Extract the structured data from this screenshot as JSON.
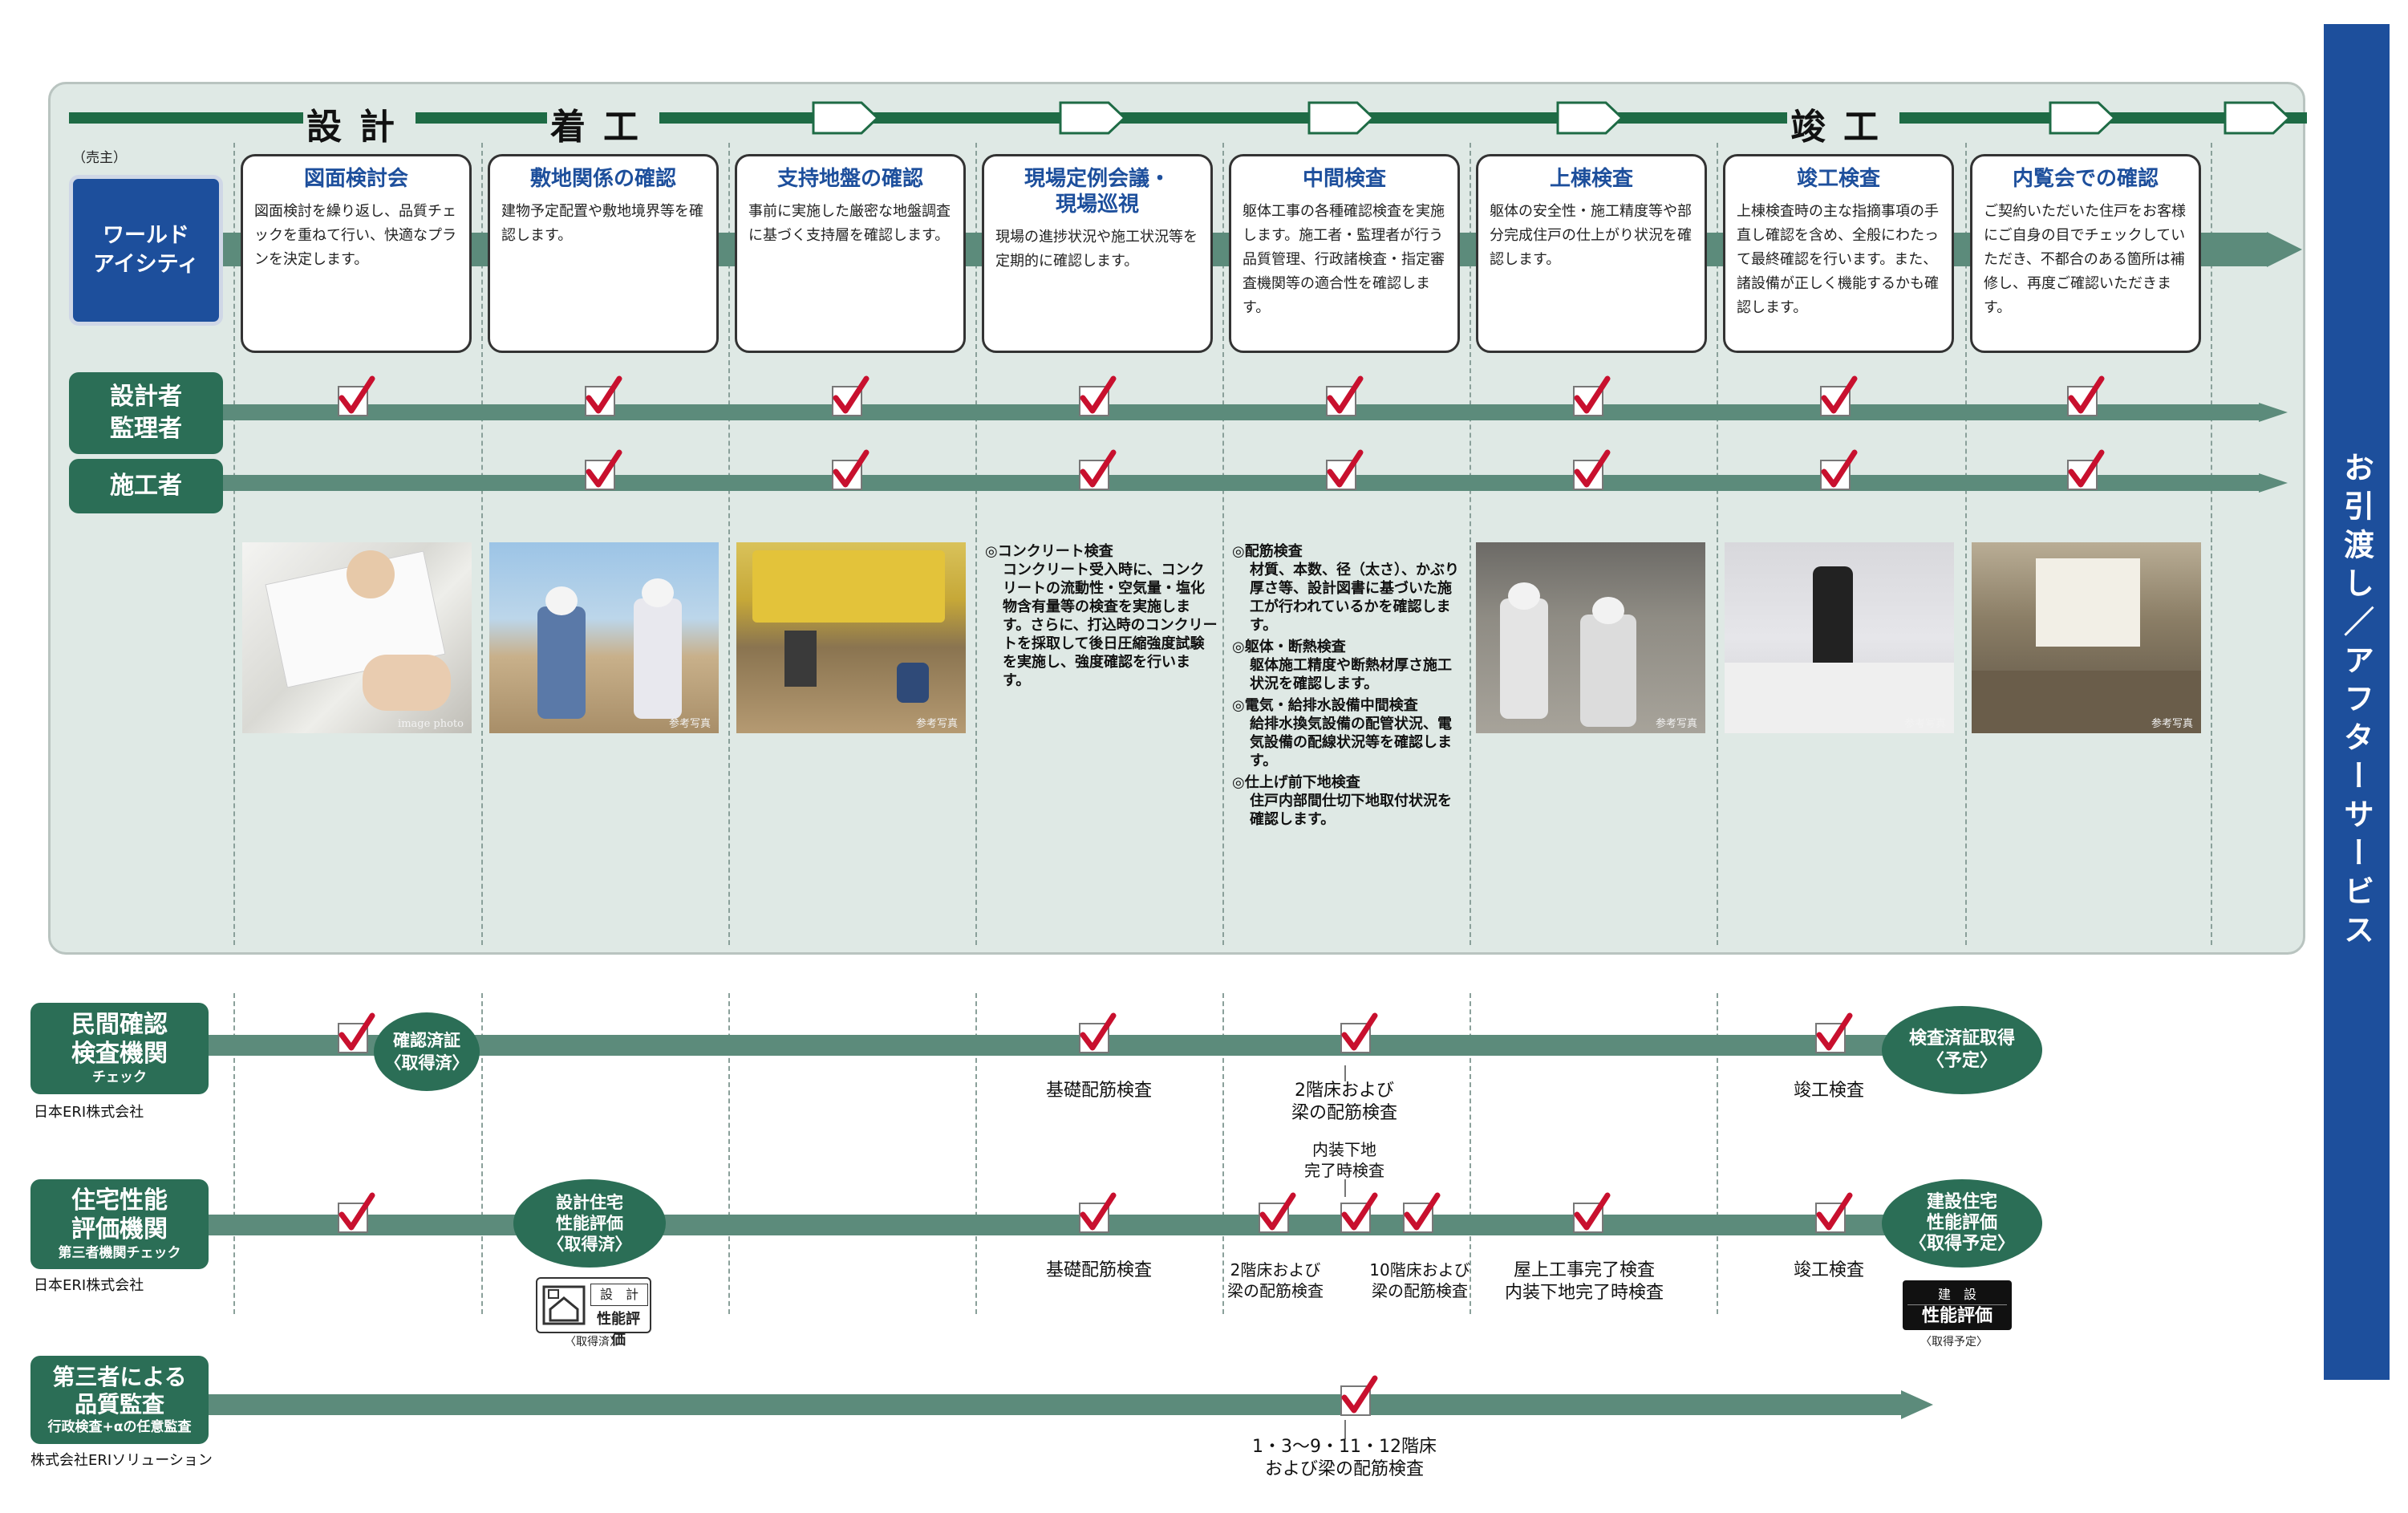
{
  "phases": [
    "設計",
    "着工",
    "竣工"
  ],
  "seller_note": "（売主）",
  "roles": {
    "developer": "ワールド\nアイシティ",
    "designer": "設計者\n監理者",
    "builder": "施工者"
  },
  "steps": [
    {
      "title": "図面検討会",
      "desc": "図面検討を繰り返し、品質チェックを重ねて行い、快適なプランを決定します。"
    },
    {
      "title": "敷地関係の確認",
      "desc": "建物予定配置や敷地境界等を確認します。"
    },
    {
      "title": "支持地盤の確認",
      "desc": "事前に実施した厳密な地盤調査に基づく支持層を確認します。"
    },
    {
      "title": "現場定例会議・\n現場巡視",
      "desc": "現場の進捗状況や施工状況等を定期的に確認します。"
    },
    {
      "title": "中間検査",
      "desc": "躯体工事の各種確認検査を実施します。施工者・監理者が行う品質管理、行政諸検査・指定審査機関等の適合性を確認します。"
    },
    {
      "title": "上棟検査",
      "desc": "躯体の安全性・施工精度等や部分完成住戸の仕上がり状況を確認します。"
    },
    {
      "title": "竣工検査",
      "desc": "上棟検査時の主な指摘事項の手直し確認を含め、全般にわたって最終確認を行います。また、諸設備が正しく機能するかも確認します。"
    },
    {
      "title": "内覧会での確認",
      "desc": "ご契約いただいた住戸をお客様にご自身の目でチェックしていただき、不都合のある箇所は補修し、再度ご確認いただきます。"
    }
  ],
  "photo_captions": [
    "image photo",
    "参考写真",
    "参考写真",
    "参考写真",
    "参考写真",
    "参考写真"
  ],
  "notes_col4": [
    {
      "title": "◎コンクリート検査",
      "desc": "コンクリート受入時に、コンクリートの流動性・空気量・塩化物含有量等の検査を実施します。さらに、打込時のコンクリートを採取して後日圧縮強度試験を実施し、強度確認を行います。"
    }
  ],
  "notes_col5": [
    {
      "title": "◎配筋検査",
      "desc": "材質、本数、径（太さ）、かぶり厚さ等、設計図書に基づいた施工が行われているかを確認します。"
    },
    {
      "title": "◎躯体・断熱検査",
      "desc": "躯体施工精度や断熱材厚さ施工状況を確認します。"
    },
    {
      "title": "◎電気・給排水設備中間検査",
      "desc": "給排水換気設備の配管状況、電気設備の配線状況等を確認します。"
    },
    {
      "title": "◎仕上げ前下地検査",
      "desc": "住戸内部間仕切下地取付状況を確認します。"
    }
  ],
  "lower": {
    "inspection_body": {
      "name": "民間確認\n検査機関",
      "sub": "チェック",
      "org": "日本ERI株式会社",
      "badge_start": "確認済証\n〈取得済〉",
      "badge_end": "検査済証取得\n〈予定〉",
      "labels": [
        "基礎配筋検査",
        "2階床および\n梁の配筋検査",
        "竣工検査"
      ]
    },
    "performance_body": {
      "name": "住宅性能\n評価機関",
      "sub": "第三者機関チェック",
      "org": "日本ERI株式会社",
      "badge_start": "設計住宅\n性能評価\n〈取得済〉",
      "badge_end": "建設住宅\n性能評価\n〈取得予定〉",
      "labels": [
        "基礎配筋検査",
        "2階床および\n梁の配筋検査",
        "内装下地\n完了時検査",
        "10階床および\n梁の配筋検査",
        "屋上工事完了検査\n内装下地完了時検査",
        "竣工検査"
      ],
      "mark_design_top": "設　計",
      "mark_design_bottom": "性能評価",
      "mark_design_note": "〈取得済〉",
      "mark_build_top": "建　設",
      "mark_build_bottom": "性能評価",
      "mark_build_note": "〈取得予定〉"
    },
    "third_party": {
      "name": "第三者による\n品質監査",
      "sub": "行政検査+αの任意監査",
      "org": "株式会社ERIソリューション",
      "labels": [
        "1・3〜9・11・12階床\nおよび梁の配筋検査"
      ]
    }
  },
  "sidebar": "お引渡し／アフターサービス",
  "colors": {
    "green": "#2b6e56",
    "blue": "#1d4f9c",
    "check_red": "#c8102e",
    "panel": "#dfe9e5"
  }
}
